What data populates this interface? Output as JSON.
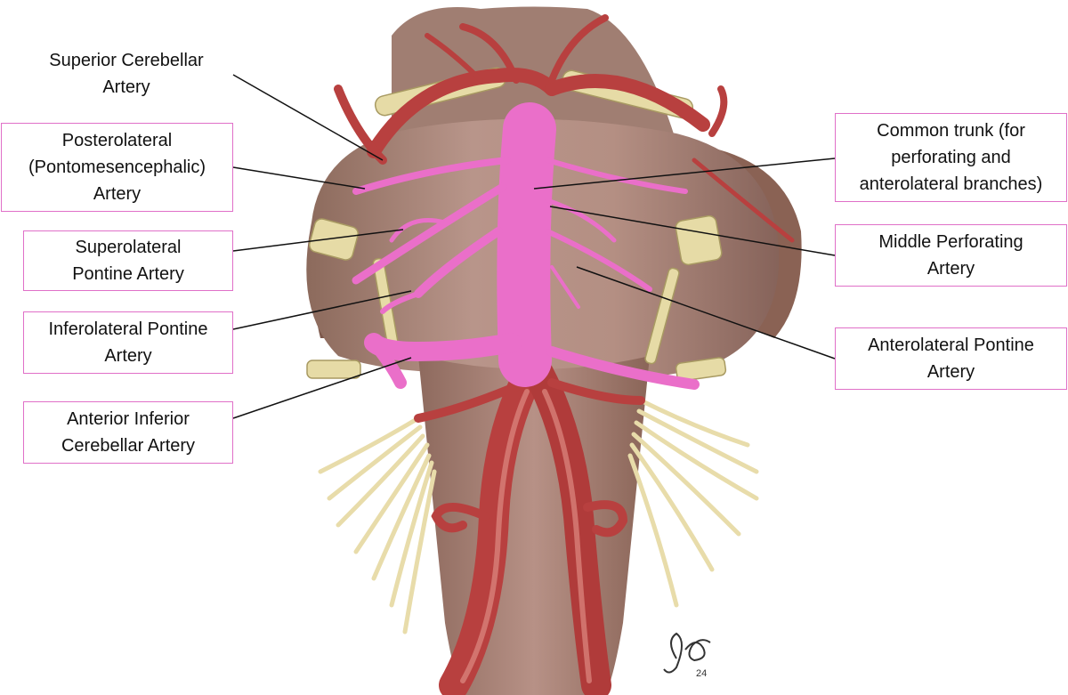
{
  "labels": {
    "sca": [
      "Superior Cerebellar",
      "Artery"
    ],
    "posterolateral": [
      "Posterolateral",
      "(Pontomesencephalic)",
      "Artery"
    ],
    "superolateral": [
      "Superolateral",
      "Pontine Artery"
    ],
    "inferolateral": [
      "Inferolateral Pontine",
      "Artery"
    ],
    "aica": [
      "Anterior Inferior",
      "Cerebellar Artery"
    ],
    "common_trunk": [
      "Common trunk (for",
      "perforating and",
      "anterolateral branches)"
    ],
    "middle_perforating": [
      "Middle Perforating",
      "Artery"
    ],
    "anterolateral": [
      "Anterolateral Pontine",
      "Artery"
    ]
  },
  "signature": "24",
  "colors": {
    "label_border": "#e070c8",
    "highlight": "#ea6fc9",
    "artery": "#b8403f",
    "brainstem": "#a98377",
    "nerve": "#e8dcaa",
    "leader_line": "#111111"
  }
}
